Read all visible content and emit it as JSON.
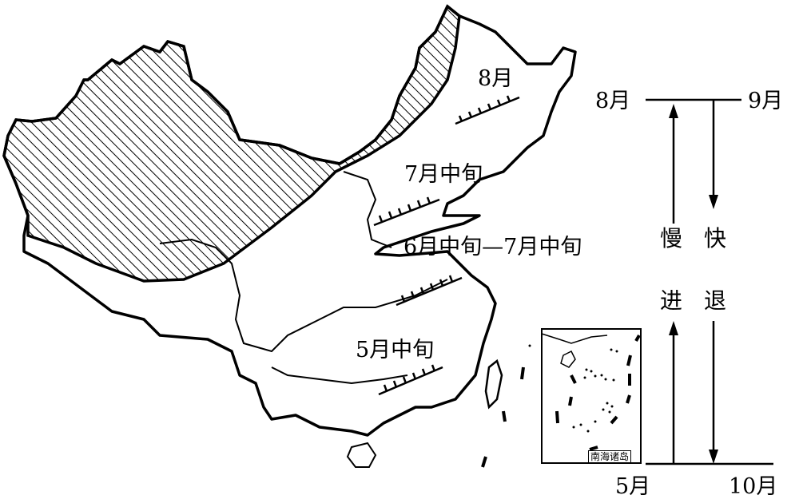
{
  "map": {
    "title": "",
    "front_labels": [
      {
        "id": "aug",
        "text": "8月"
      },
      {
        "id": "jul_mid",
        "text": "7月中旬"
      },
      {
        "id": "jun_jul",
        "text": "6月中旬—7月中旬"
      },
      {
        "id": "may_mid",
        "text": "5月中旬"
      }
    ],
    "inset": {
      "caption": "南海诸岛"
    },
    "shaded_region": "non-monsoon area (hatched)"
  },
  "timeline": {
    "top_left": "8月",
    "top_right": "9月",
    "bottom_left": "5月",
    "bottom_right": "10月",
    "advance_label": [
      "慢",
      "进"
    ],
    "retreat_label": [
      "快",
      "退"
    ]
  },
  "colors": {
    "ink": "#000000",
    "background": "#ffffff"
  }
}
